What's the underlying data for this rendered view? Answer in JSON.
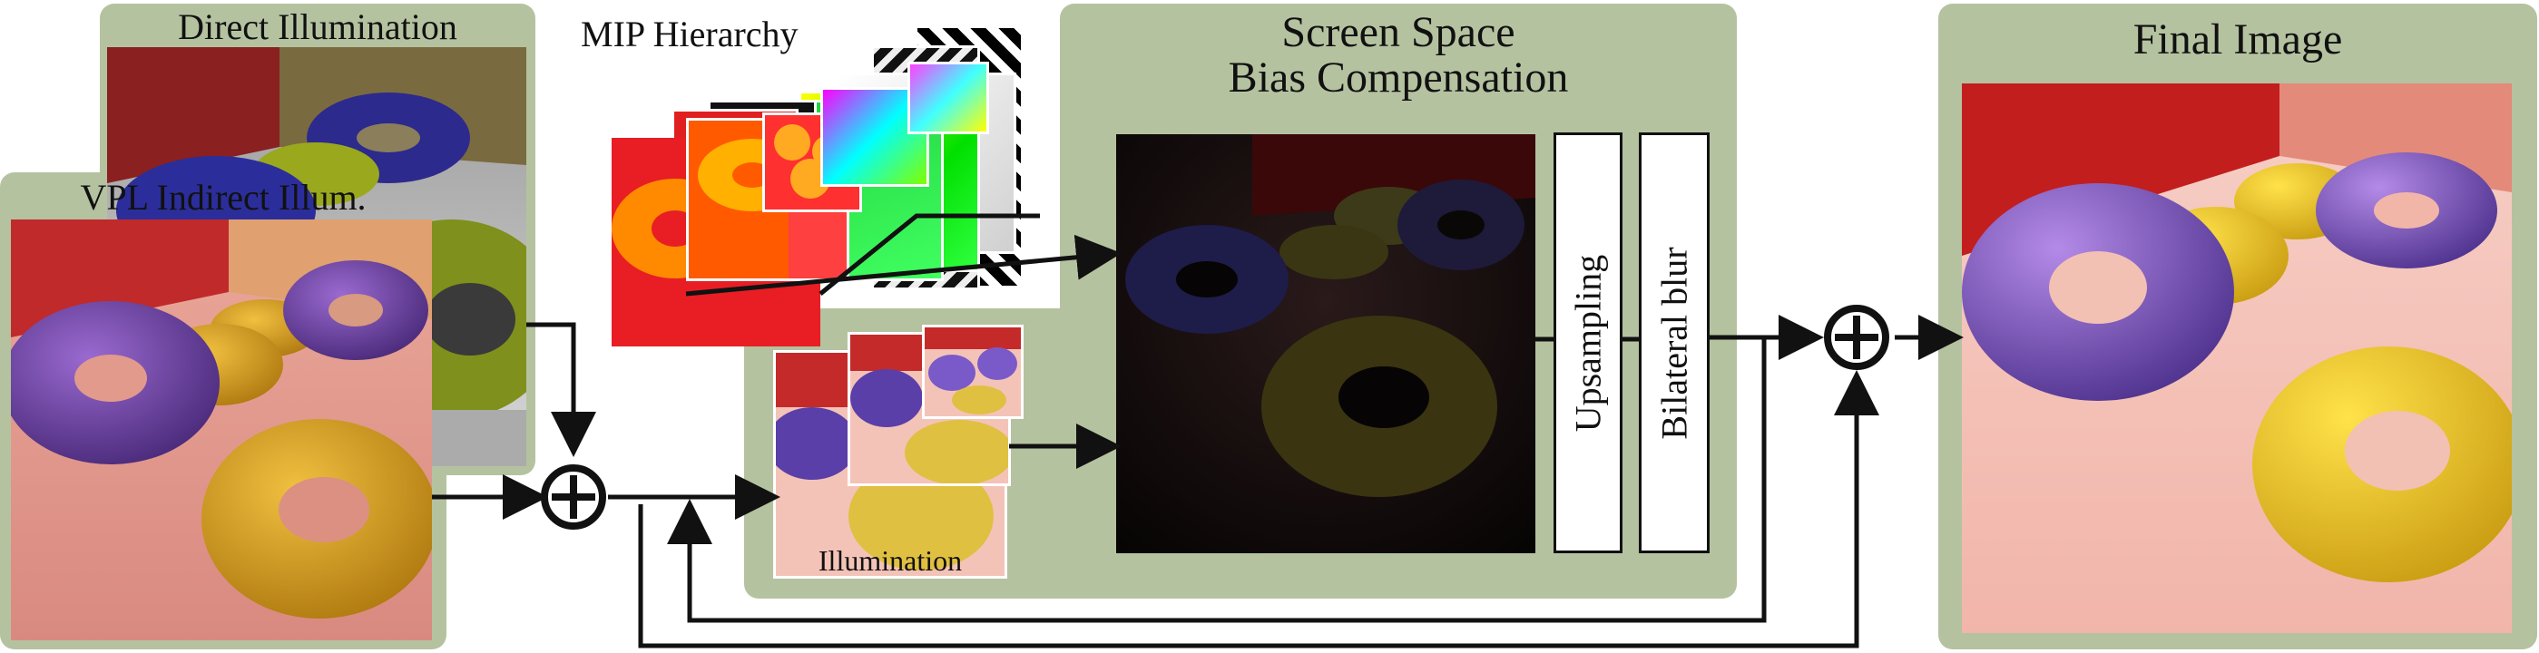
{
  "panels": {
    "direct": {
      "title": "Direct Illumination"
    },
    "vpl": {
      "title": "VPL Indirect Illum."
    },
    "mip": {
      "title": "MIP Hierarchy"
    },
    "sscb": {
      "title_line1": "Screen Space",
      "title_line2": "Bias Compensation"
    },
    "illumination": {
      "label": "Illumination"
    },
    "final": {
      "title": "Final Image"
    }
  },
  "processing": {
    "upsampling": "Upsampling",
    "bilateral": "Bilateral blur"
  },
  "colors": {
    "panel_green": "#b5c2a0",
    "torus_blue": "#5a3fa8",
    "torus_yellow": "#d4b21a",
    "wall_red": "#b41e1e",
    "floor_pink": "#f4c3b8",
    "arrow": "#111111"
  },
  "icons": {
    "combine_left": "circled-plus-icon",
    "combine_right": "circled-plus-icon"
  }
}
